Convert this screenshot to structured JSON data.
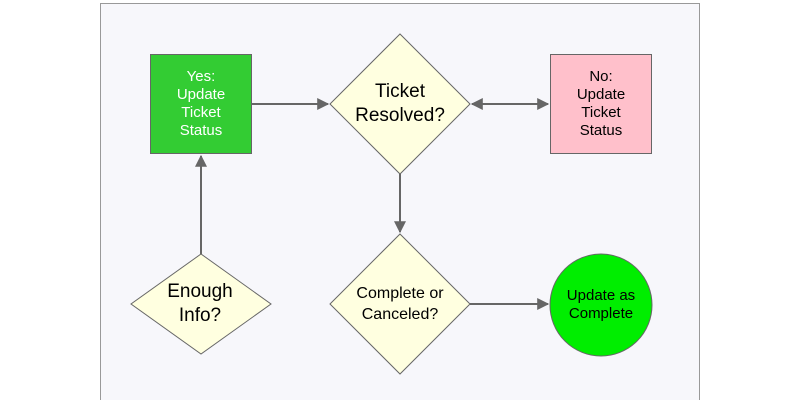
{
  "colors": {
    "canvas": "#f7f7fb",
    "decision_fill": "#ffffe0",
    "yes_fill": "#33cc33",
    "no_fill": "#ffc0cb",
    "complete_fill": "#00ee00",
    "stroke": "#666666",
    "arrow": "#666666"
  },
  "nodes": {
    "yes": {
      "label": "Yes:\nUpdate\nTicket\nStatus"
    },
    "no": {
      "label": "No:\nUpdate\nTicket\nStatus"
    },
    "resolved": {
      "label": "Ticket\nResolved?"
    },
    "enough": {
      "label": "Enough\nInfo?"
    },
    "complete_q": {
      "label": "Complete or\nCanceled?"
    },
    "update": {
      "label": "Update as\nComplete"
    }
  }
}
